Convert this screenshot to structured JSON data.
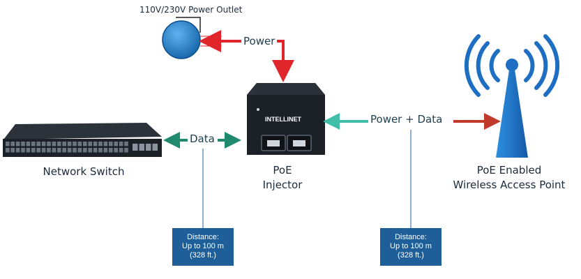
{
  "outlet": {
    "title": "110V/230V Power Outlet"
  },
  "edges": {
    "power": "Power",
    "data": "Data",
    "power_data": "Power + Data"
  },
  "nodes": {
    "switch": {
      "label": "Network Switch"
    },
    "injector": {
      "label_line1": "PoE",
      "label_line2": "Injector",
      "brand": "INTELLINET"
    },
    "access_point": {
      "label_line1": "PoE Enabled",
      "label_line2": "Wireless Access Point"
    }
  },
  "distance": [
    {
      "line1": "Distance:",
      "line2": "Up to 100 m",
      "line3": "(328 ft.)"
    },
    {
      "line1": "Distance:",
      "line2": "Up to 100 m",
      "line3": "(328 ft.)"
    }
  ],
  "colors": {
    "power_arrow": "#e0262b",
    "data_arrow": "#1f8a6e",
    "power_data_arrow": "#3fbfa7",
    "ap_arrow": "#c0392b",
    "outlet": "#1f7fc9",
    "tower": "#1e6fc4",
    "distance_box": "#1f5f99",
    "device": "#1c2128"
  }
}
